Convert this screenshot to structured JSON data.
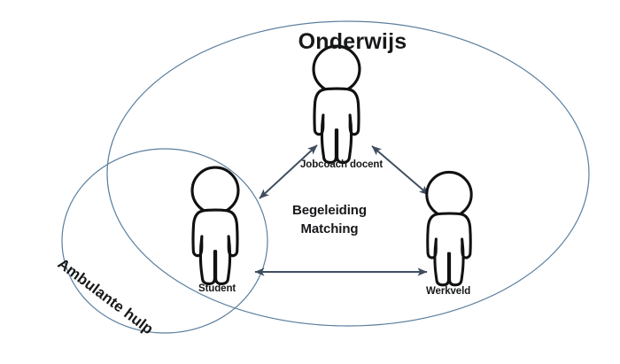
{
  "diagram": {
    "title": "Onderwijs",
    "center_text_line1": "Begeleiding",
    "center_text_line2": "Matching",
    "outer_circle_label": "Ambulante hulp",
    "actors": [
      {
        "id": "jobcoach",
        "label": "Jobcoach docent"
      },
      {
        "id": "student",
        "label": "Student"
      },
      {
        "id": "werkveld",
        "label": "Werkveld"
      }
    ],
    "connections": [
      {
        "from": "student",
        "to": "jobcoach",
        "style": "double-arrow"
      },
      {
        "from": "jobcoach",
        "to": "werkveld",
        "style": "double-arrow"
      },
      {
        "from": "student",
        "to": "werkveld",
        "style": "double-arrow"
      }
    ],
    "colors": {
      "ellipse_stroke": "#5b7f9e",
      "figure_stroke": "#111111",
      "arrow": "#3f4d60",
      "text": "#17181a",
      "background": "#ffffff"
    }
  }
}
